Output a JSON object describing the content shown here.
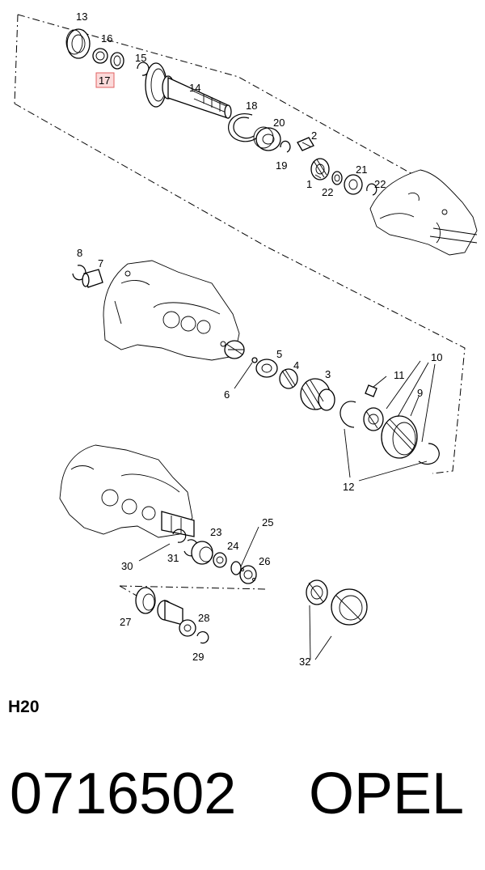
{
  "callouts": {
    "c1": "1",
    "c2": "2",
    "c3": "3",
    "c4": "4",
    "c5": "5",
    "c6": "6",
    "c7": "7",
    "c8": "8",
    "c9": "9",
    "c10": "10",
    "c11": "11",
    "c12": "12",
    "c13": "13",
    "c14": "14",
    "c15": "15",
    "c16": "16",
    "c17": "17",
    "c18": "18",
    "c19": "19",
    "c20": "20",
    "c21": "21",
    "c22a": "22",
    "c22b": "22",
    "c23": "23",
    "c24": "24",
    "c25": "25",
    "c26": "26",
    "c27": "27",
    "c28": "28",
    "c29": "29",
    "c30": "30",
    "c31": "31",
    "c32": "32"
  },
  "highlight_color": "#fbdada",
  "model_code": "H20",
  "part_number": "0716502",
  "brand": "OPEL"
}
